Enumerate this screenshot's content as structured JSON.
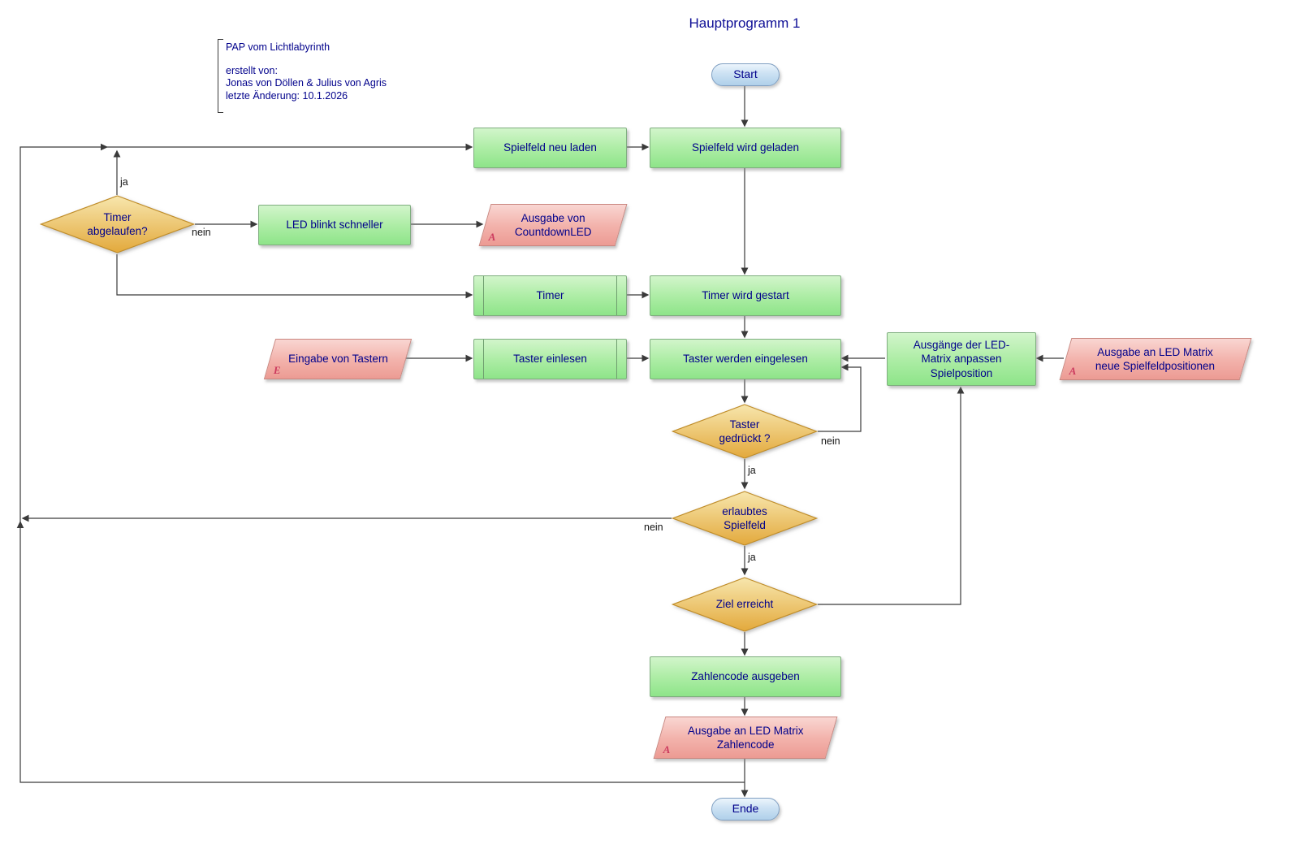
{
  "title": "Hauptprogramm 1",
  "info": {
    "l1": "PAP vom Lichtlabyrinth",
    "l2": "erstellt von:",
    "l3": "Jonas von Döllen & Julius von Agris",
    "l4": "letzte Änderung: 10.1.2026"
  },
  "nodes": {
    "start": "Start",
    "spielfeld_neu_laden": "Spielfeld neu laden",
    "spielfeld_geladen": "Spielfeld wird geladen",
    "timer_abgelaufen": "Timer\nabgelaufen?",
    "led_blinkt": "LED blinkt schneller",
    "ausgabe_countdown": "Ausgabe von\nCountdownLED",
    "timer_sub": "Timer",
    "timer_gestart": "Timer wird gestart",
    "eingabe_taster": "Eingabe von Tastern",
    "taster_sub": "Taster einlesen",
    "taster_eingelesen": "Taster werden eingelesen",
    "led_matrix_anpassen": "Ausgänge der LED-\nMatrix anpassen\nSpielposition",
    "ausgabe_led_neu": "Ausgabe an LED Matrix\nneue Spielfeldpositionen",
    "taster_gedrueckt": "Taster\ngedrückt ?",
    "erlaubtes_spielfeld": "erlaubtes\nSpielfeld",
    "ziel_erreicht": "Ziel erreicht",
    "zahlencode": "Zahlencode ausgeben",
    "ausgabe_led_zahlencode": "Ausgabe an LED Matrix\nZahlencode",
    "ende": "Ende"
  },
  "io_letters": {
    "output": "A",
    "input": "E"
  },
  "edge_labels": {
    "timer_ja": "ja",
    "timer_nein": "nein",
    "taster_ja": "ja",
    "taster_nein": "nein",
    "spielfeld_ja": "ja",
    "spielfeld_nein": "nein"
  },
  "colors": {
    "process_green_top": "#d2f5cb",
    "process_green_bottom": "#8ee489",
    "decision_orange_top": "#f7e6ad",
    "decision_orange_bottom": "#e3a93c",
    "io_pink_top": "#f9d6d2",
    "io_pink_bottom": "#ec9b93",
    "terminal_blue_top": "#ecf5fc",
    "terminal_blue_bottom": "#b0d0ea",
    "text_navy": "#00008b",
    "line_gray": "#3a3a3a"
  }
}
